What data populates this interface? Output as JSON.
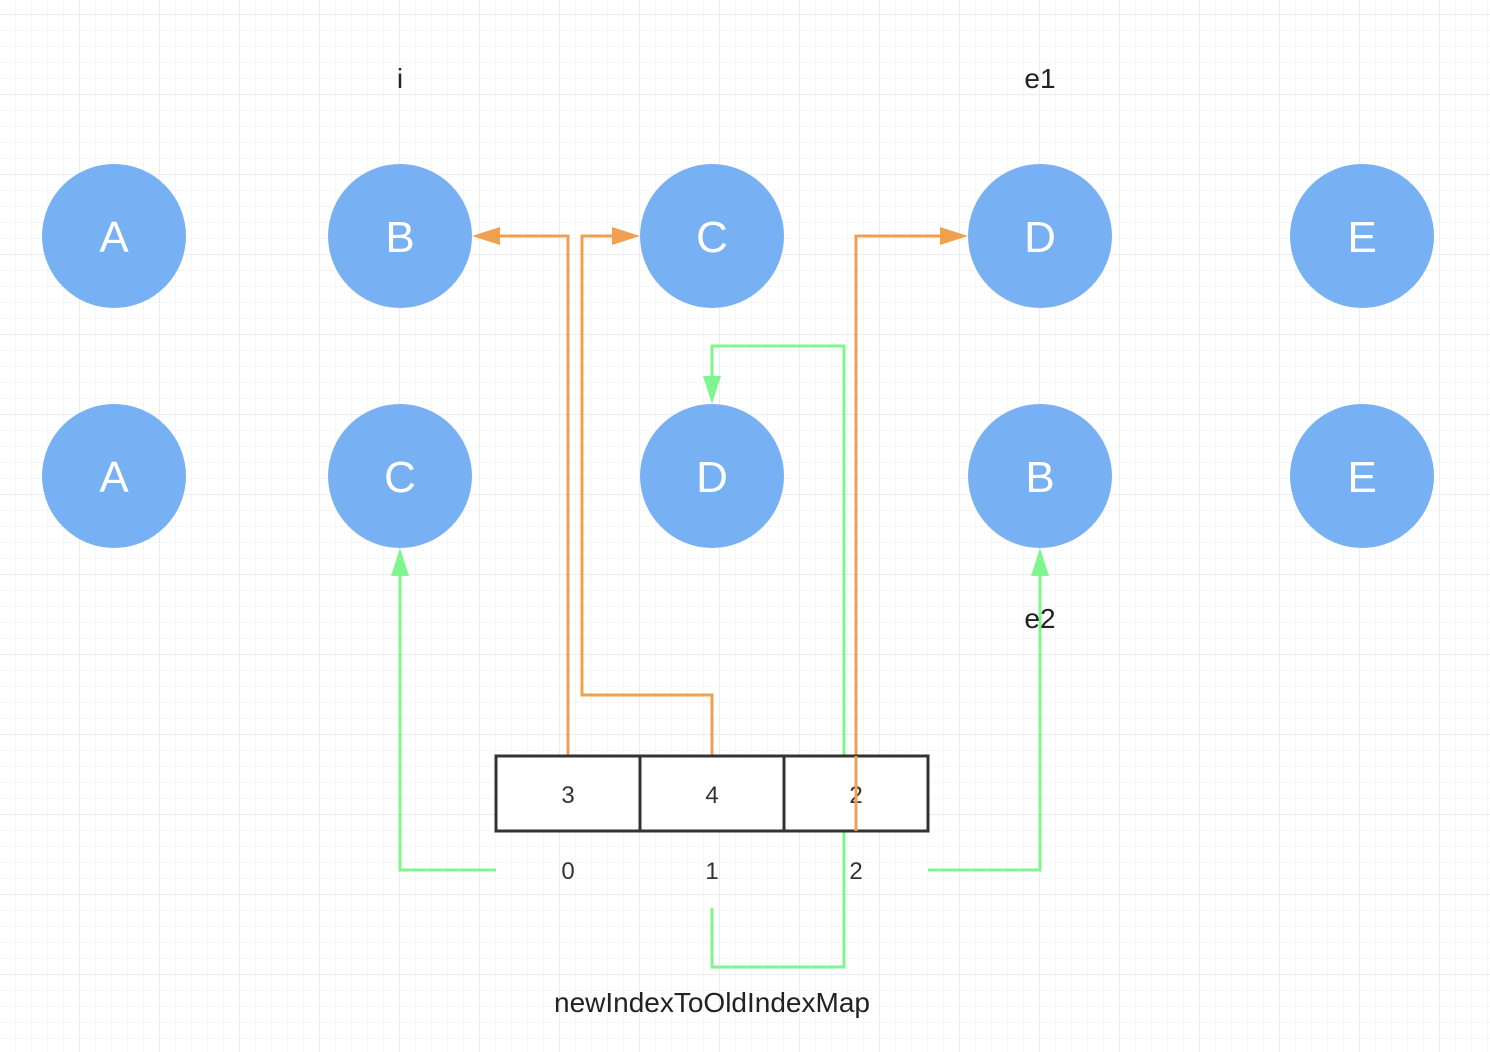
{
  "pointers": {
    "i": "i",
    "e1": "e1",
    "e2": "e2"
  },
  "old_nodes": [
    "A",
    "B",
    "C",
    "D",
    "E"
  ],
  "new_nodes": [
    "A",
    "C",
    "D",
    "B",
    "E"
  ],
  "map": {
    "values": [
      "3",
      "4",
      "2"
    ],
    "indices": [
      "0",
      "1",
      "2"
    ],
    "label": "newIndexToOldIndexMap"
  },
  "colors": {
    "node": "#78b0f4",
    "old_index_arrow": "#f0a04e",
    "new_index_arrow": "#7ef58e"
  }
}
